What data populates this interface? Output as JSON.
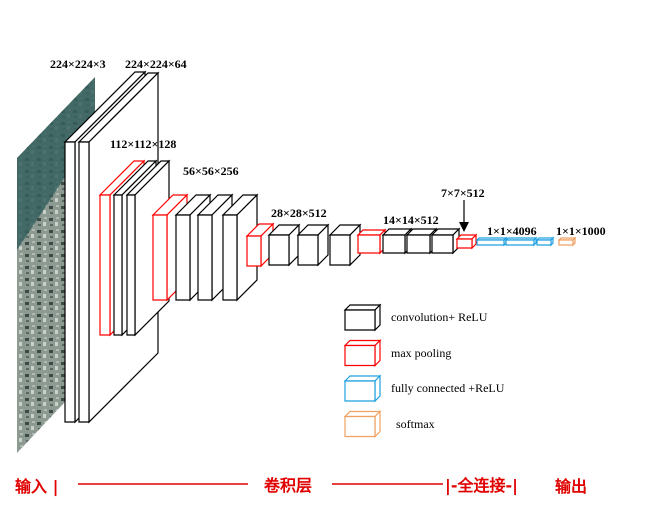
{
  "colors": {
    "conv": "#000000",
    "pool": "#ff0000",
    "fc": "#1ea0e0",
    "softmax": "#f0a060",
    "stage_labels": "#e00000"
  },
  "dimension_labels": {
    "input": "224×224×3",
    "conv1": "224×224×64",
    "conv2": "112×112×128",
    "conv3": "56×56×256",
    "conv4": "28×28×512",
    "conv5": "14×14×512",
    "pool5": "7×7×512",
    "fc": "1×1×4096",
    "softmax": "1×1×1000"
  },
  "legend": [
    {
      "type": "conv",
      "label": "convolution+ ReLU"
    },
    {
      "type": "pool",
      "label": "max pooling"
    },
    {
      "type": "fc",
      "label": "fully connected +ReLU"
    },
    {
      "type": "softmax",
      "label": "softmax"
    }
  ],
  "stages": {
    "input": "输入 |",
    "conv": "卷积层",
    "fc": "|-全连接-|",
    "output": "输出"
  }
}
